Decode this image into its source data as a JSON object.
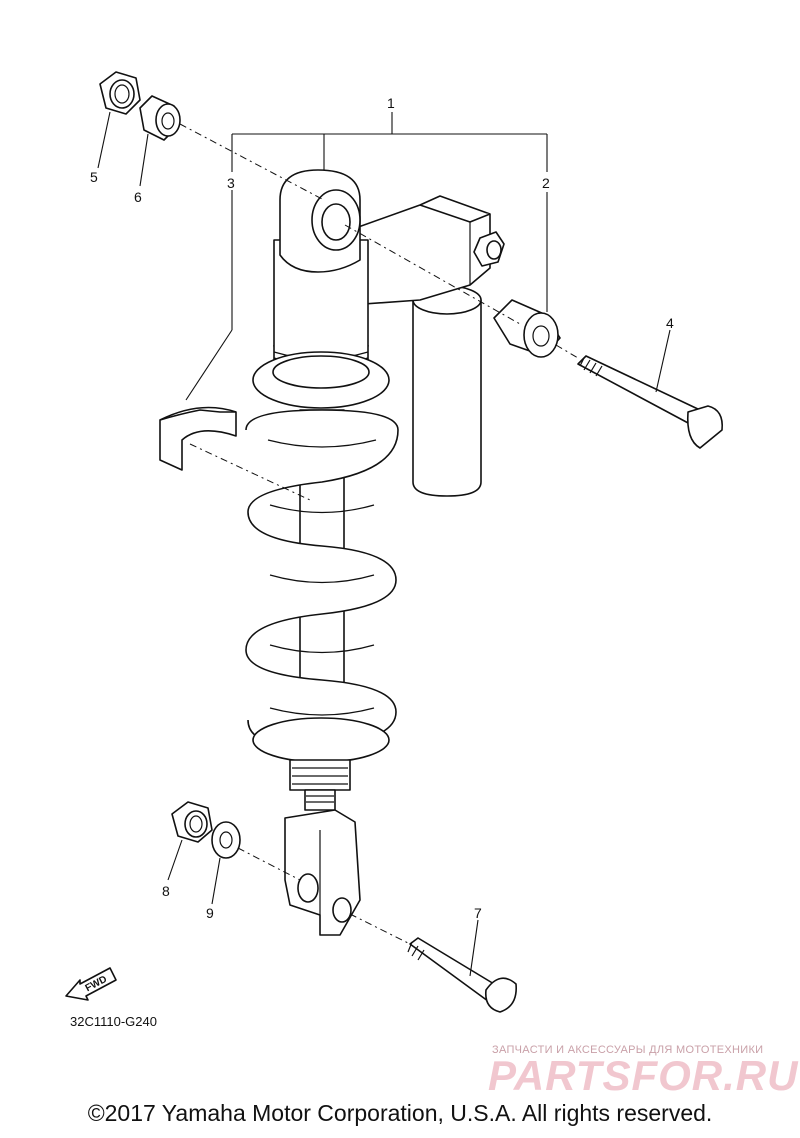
{
  "diagram": {
    "callouts": [
      "1",
      "2",
      "3",
      "4",
      "5",
      "6",
      "7",
      "8",
      "9"
    ],
    "code": "32C1110-G240",
    "fwd_label": "FWD"
  },
  "watermark": {
    "tagline": "ЗАПЧАСТИ И АКСЕССУАРЫ ДЛЯ МОТОТЕХНИКИ",
    "logo": "PARTSFOR.RU"
  },
  "copyright": "©2017 Yamaha Motor Corporation, U.S.A. All rights reserved."
}
